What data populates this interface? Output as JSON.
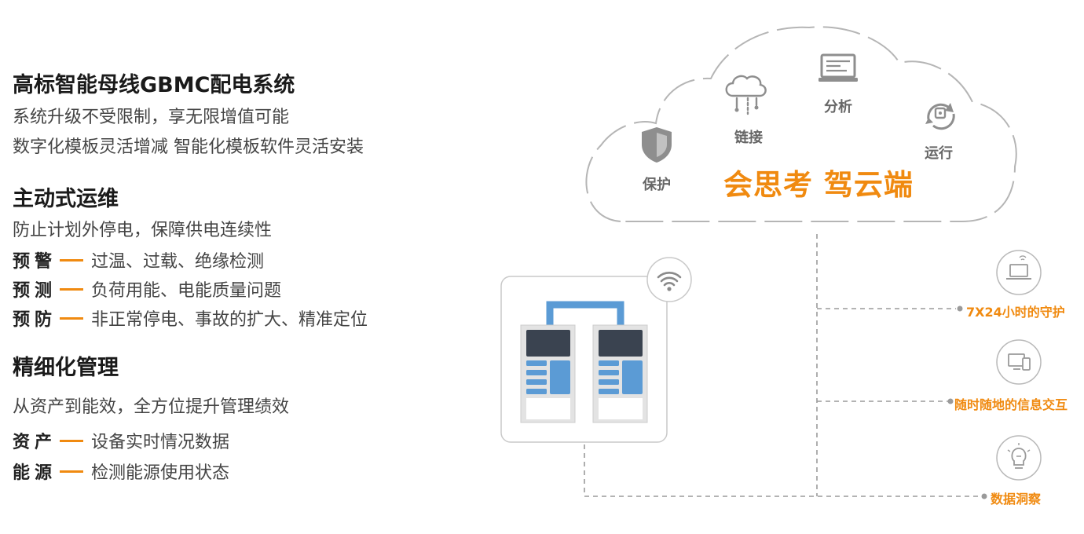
{
  "left": {
    "section1": {
      "title": "高标智能母线GBMC配电系统",
      "lines": [
        "系统升级不受限制，享无限增值可能",
        "数字化模板灵活增减 智能化模板软件灵活安装"
      ]
    },
    "section2": {
      "title": "主动式运维",
      "intro": "防止计划外停电，保障供电连续性",
      "bullets": [
        {
          "label": "预警",
          "text": "过温、过载、绝缘检测"
        },
        {
          "label": "预测",
          "text": "负荷用能、电能质量问题"
        },
        {
          "label": "预防",
          "text": "非正常停电、事故的扩大、精准定位"
        }
      ]
    },
    "section3": {
      "title": "精细化管理",
      "intro": "从资产到能效，全方位提升管理绩效",
      "bullets": [
        {
          "label": "资产",
          "text": "设备实时情况数据"
        },
        {
          "label": "能源",
          "text": "检测能源使用状态"
        }
      ]
    }
  },
  "cloud": {
    "slogan": "会思考 驾云端",
    "items": [
      {
        "icon": "shield-icon",
        "label": "保护"
      },
      {
        "icon": "cloud-network-icon",
        "label": "链接"
      },
      {
        "icon": "analysis-monitor-icon",
        "label": "分析"
      },
      {
        "icon": "sync-icon",
        "label": "运行"
      }
    ]
  },
  "device": {
    "icons": [
      "wifi-icon",
      "cabinet-icon"
    ]
  },
  "outputs": [
    {
      "icon": "laptop-icon",
      "label": "7X24小时的守护"
    },
    {
      "icon": "devices-icon",
      "label": "随时随地的信息交互"
    },
    {
      "icon": "lightbulb-icon",
      "label": "数据洞察"
    }
  ],
  "colors": {
    "accent": "#f08a10",
    "cabinet_blue": "#5b9bd5",
    "screen": "#3a4350",
    "dashed_line": "#999999"
  }
}
